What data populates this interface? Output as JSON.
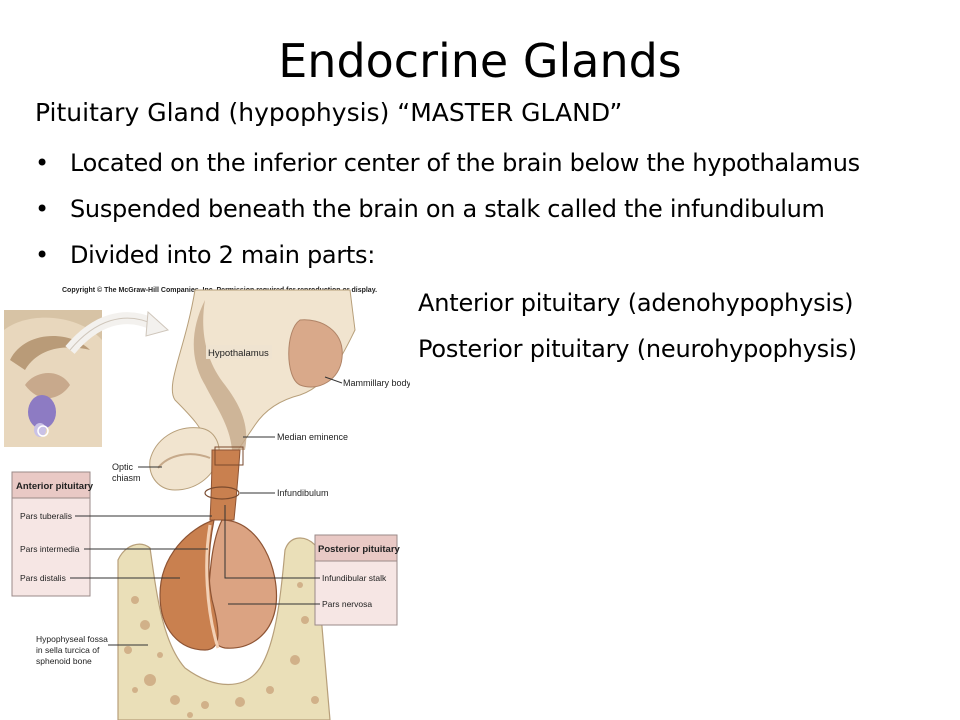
{
  "slide": {
    "title": "Endocrine Glands",
    "subtitle": "Pituitary Gland  (hypophysis)   “MASTER GLAND”",
    "bullets": [
      "Located on the inferior center of the brain below the hypothalamus",
      "Suspended beneath the brain on a stalk called the infundibulum",
      "Divided into 2 main parts:"
    ],
    "bullet_glyph": "•",
    "parts": [
      "Anterior pituitary  (adenohypophysis)",
      "Posterior pituitary  (neurohypophysis)"
    ]
  },
  "figure": {
    "copyright": "Copyright © The McGraw-Hill Companies, Inc. Permission required for reproduction or display.",
    "labels": {
      "hypothalamus": "Hypothalamus",
      "mammillary_body": "Mammillary body",
      "median_eminence": "Median eminence",
      "optic": "Optic",
      "chiasm": "chiasm",
      "infundibulum": "Infundibulum",
      "fossa_1": "Hypophyseal fossa",
      "fossa_2": "in sella turcica of",
      "fossa_3": "sphenoid bone"
    },
    "anterior_box": {
      "heading": "Anterior pituitary",
      "items": [
        "Pars tuberalis",
        "Pars intermedia",
        "Pars distalis"
      ]
    },
    "posterior_box": {
      "heading": "Posterior pituitary",
      "items": [
        "Infundibular stalk",
        "Pars nervosa"
      ]
    },
    "colors": {
      "box_bg": "#f6e6e4",
      "box_head": "#e9c9c5",
      "brain": "#f1e4cf",
      "brain_tan": "#c6a98a",
      "anterior_gland": "#c9804f",
      "posterior_gland": "#dba382",
      "bone": "#eadfb8",
      "inset_purple": "#8d7bc3"
    }
  }
}
